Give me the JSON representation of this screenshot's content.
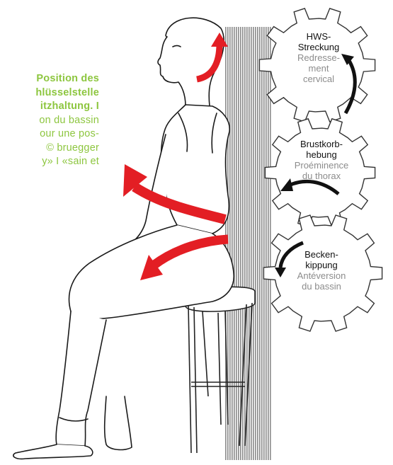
{
  "caption": {
    "lines_bold": [
      "Position des",
      "hlüsselstelle",
      "itzhaltung. I"
    ],
    "lines_regular": [
      "on du bassin",
      "our une pos-",
      "© bruegger",
      "y» I «sain et"
    ]
  },
  "gears": [
    {
      "de": [
        "HWS-",
        "Streckung"
      ],
      "fr": [
        "Redresse-",
        "ment",
        "cervical"
      ]
    },
    {
      "de": [
        "Brustkorb-",
        "hebung"
      ],
      "fr": [
        "Proéminence",
        "du thorax"
      ]
    },
    {
      "de": [
        "Becken-",
        "kippung"
      ],
      "fr": [
        "Antéversion",
        "du bassin"
      ]
    }
  ],
  "colors": {
    "caption": "#8dc63f",
    "arrow_red": "#e31e24",
    "arrow_black": "#111111",
    "backdrop": "#9a9a9a"
  }
}
